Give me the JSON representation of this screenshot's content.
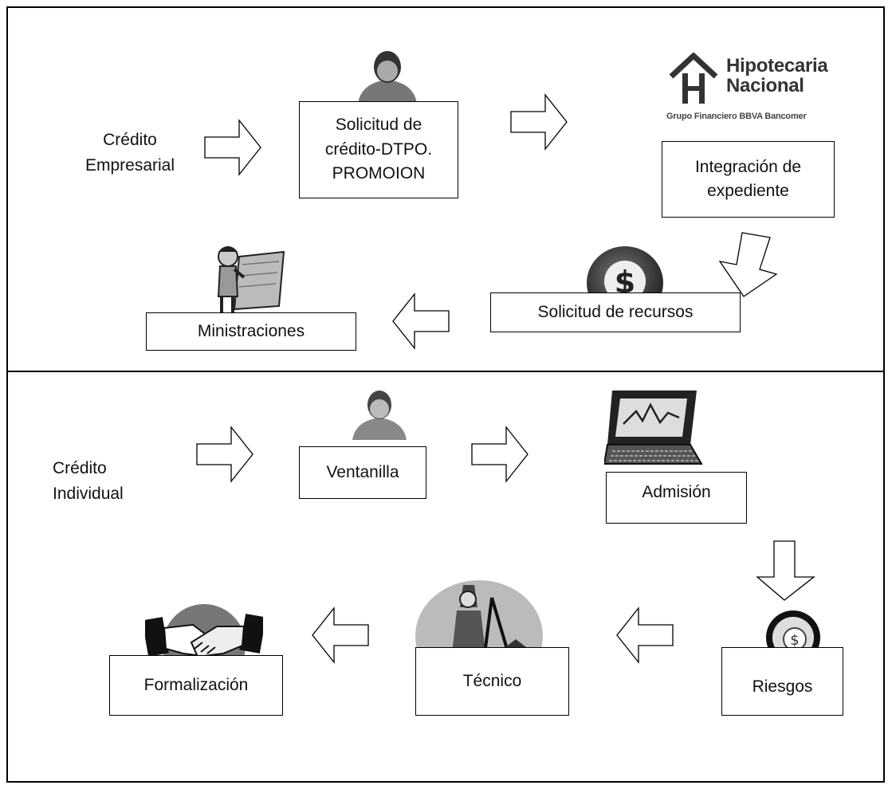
{
  "logo": {
    "name": "Hipotecaria\nNacional",
    "subtitle": "Grupo Financiero BBVA Bancomer"
  },
  "empresarial": {
    "title": "Crédito\nEmpresarial",
    "steps": {
      "solicitud": "Solicitud de\ncrédito-DTPO.\nPROMOION",
      "integracion": "Integración de\nexpediente",
      "recursos": "Solicitud de recursos",
      "ministraciones": "Ministraciones"
    }
  },
  "individual": {
    "title": "Crédito\nIndividual",
    "steps": {
      "ventanilla": "Ventanilla",
      "admision": "Admisión",
      "riesgos": "Riesgos",
      "tecnico": "Técnico",
      "formalizacion": "Formalización"
    }
  },
  "icons": [
    "person-icon",
    "money-coin-icon",
    "reading-person-icon",
    "laptop-chart-icon",
    "magnifier-coin-icon",
    "surveyor-icon",
    "handshake-icon",
    "house-logo-icon"
  ]
}
